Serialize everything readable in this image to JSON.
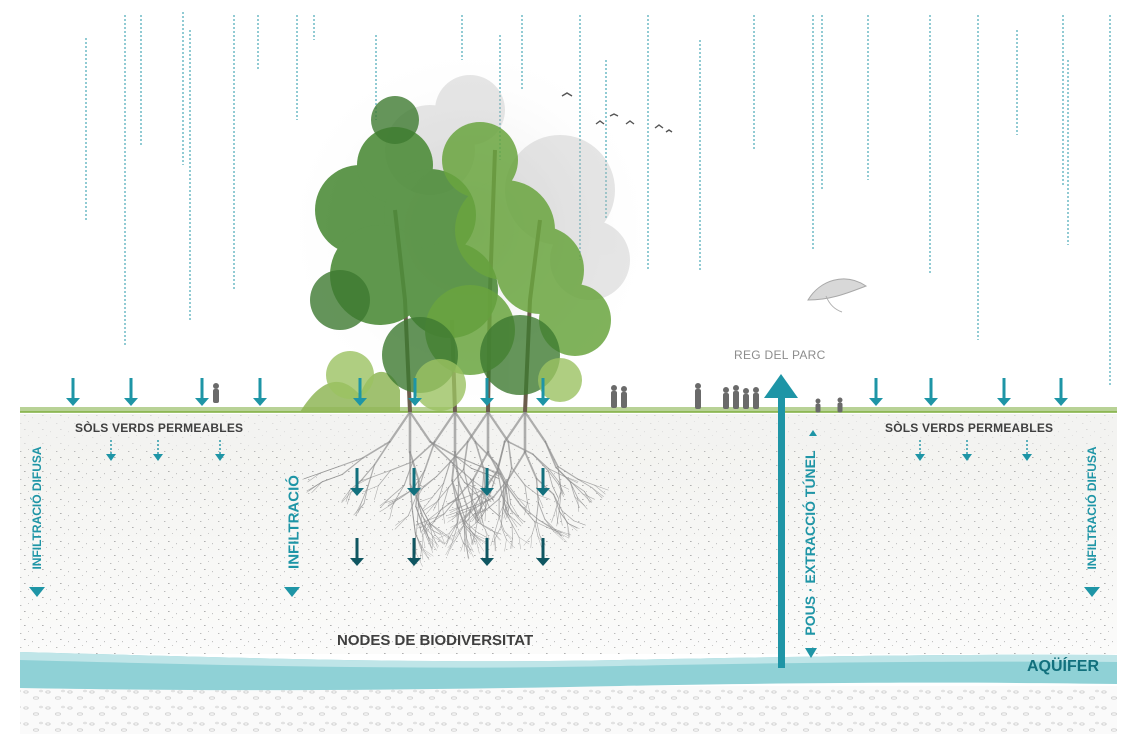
{
  "colors": {
    "water": "#1e95a6",
    "water_dark": "#12707d",
    "aquifer": "#8fd1d6",
    "aquifer_light": "#bfe5e8",
    "grass": "#7fae3e",
    "soil_speckle": "#a9a9a9",
    "text_dark": "#3f3f3f",
    "text_grey": "#8c8c8c",
    "roots": "#8f8f8f"
  },
  "icons": {
    "rain": "rain-streaks-icon",
    "down_arrow": "arrow-down-icon",
    "dashed_arrow": "dashed-arrow-down-icon",
    "extraction_arrow": "arrow-up-icon",
    "tree": "tree-cluster-icon",
    "roots": "root-system-icon",
    "bird": "bird-icon",
    "person": "person-icon",
    "kite": "kite-icon"
  },
  "labels": {
    "reg_del_parc": "REG DEL PARC",
    "sols_left": "SÒLS VERDS PERMEABLES",
    "sols_right": "SÒLS VERDS PERMEABLES",
    "infiltracio_difusa_left": "INFILTRACIÓ DIFUSA",
    "infiltracio_difusa_right": "INFILTRACIÓ DIFUSA",
    "infiltracio": "INFILTRACIÓ",
    "pous_extraccio": "POUS · EXTRACCIÓ TÚNEL",
    "nodes": "NODES DE BIODIVERSITAT",
    "aquifer": "AQÜÍFER"
  }
}
